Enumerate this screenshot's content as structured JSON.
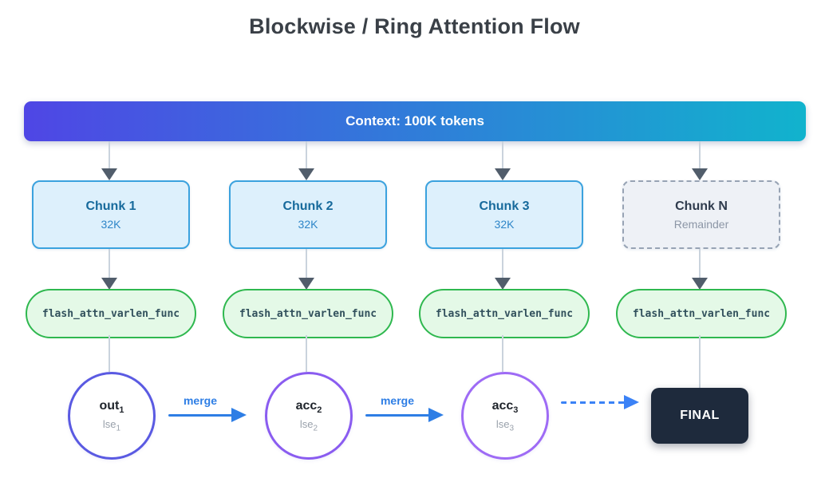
{
  "title": "Blockwise / Ring Attention Flow",
  "context_bar": {
    "label": "Context: 100K tokens",
    "gradient_from": "#4f46e5",
    "gradient_to": "#11b3cd"
  },
  "columns": [
    {
      "chunk_title": "Chunk 1",
      "chunk_subtitle": "32K",
      "func_label": "flash_attn_varlen_func",
      "result_label": "out",
      "result_label_sub": "1",
      "result_sublabel": "lse",
      "result_sublabel_sub": "1",
      "circle_border": "#5a5ae2"
    },
    {
      "chunk_title": "Chunk 2",
      "chunk_subtitle": "32K",
      "func_label": "flash_attn_varlen_func",
      "result_label": "acc",
      "result_label_sub": "2",
      "result_sublabel": "lse",
      "result_sublabel_sub": "2",
      "circle_border": "#8a5cf0"
    },
    {
      "chunk_title": "Chunk 3",
      "chunk_subtitle": "32K",
      "func_label": "flash_attn_varlen_func",
      "result_label": "acc",
      "result_label_sub": "3",
      "result_sublabel": "lse",
      "result_sublabel_sub": "3",
      "circle_border": "#9e6bf5"
    },
    {
      "chunk_title": "Chunk N",
      "chunk_subtitle": "Remainder",
      "func_label": "flash_attn_varlen_func"
    }
  ],
  "merge_arrows": [
    {
      "label": "merge"
    },
    {
      "label": "merge"
    }
  ],
  "final_label": "FINAL",
  "colors": {
    "chunk_fill": "#ddf0fc",
    "chunk_border": "#3ba2de",
    "chunk_n_border": "#97a3b4",
    "pill_fill": "#e4f9e7",
    "pill_border": "#2fb84f",
    "merge_arrow": "#2e7ee5",
    "dashed_arrow": "#3b82f6",
    "final_fill": "#1e2a3c",
    "connector_line": "#cad3dd",
    "arrowhead": "#515d6b"
  }
}
